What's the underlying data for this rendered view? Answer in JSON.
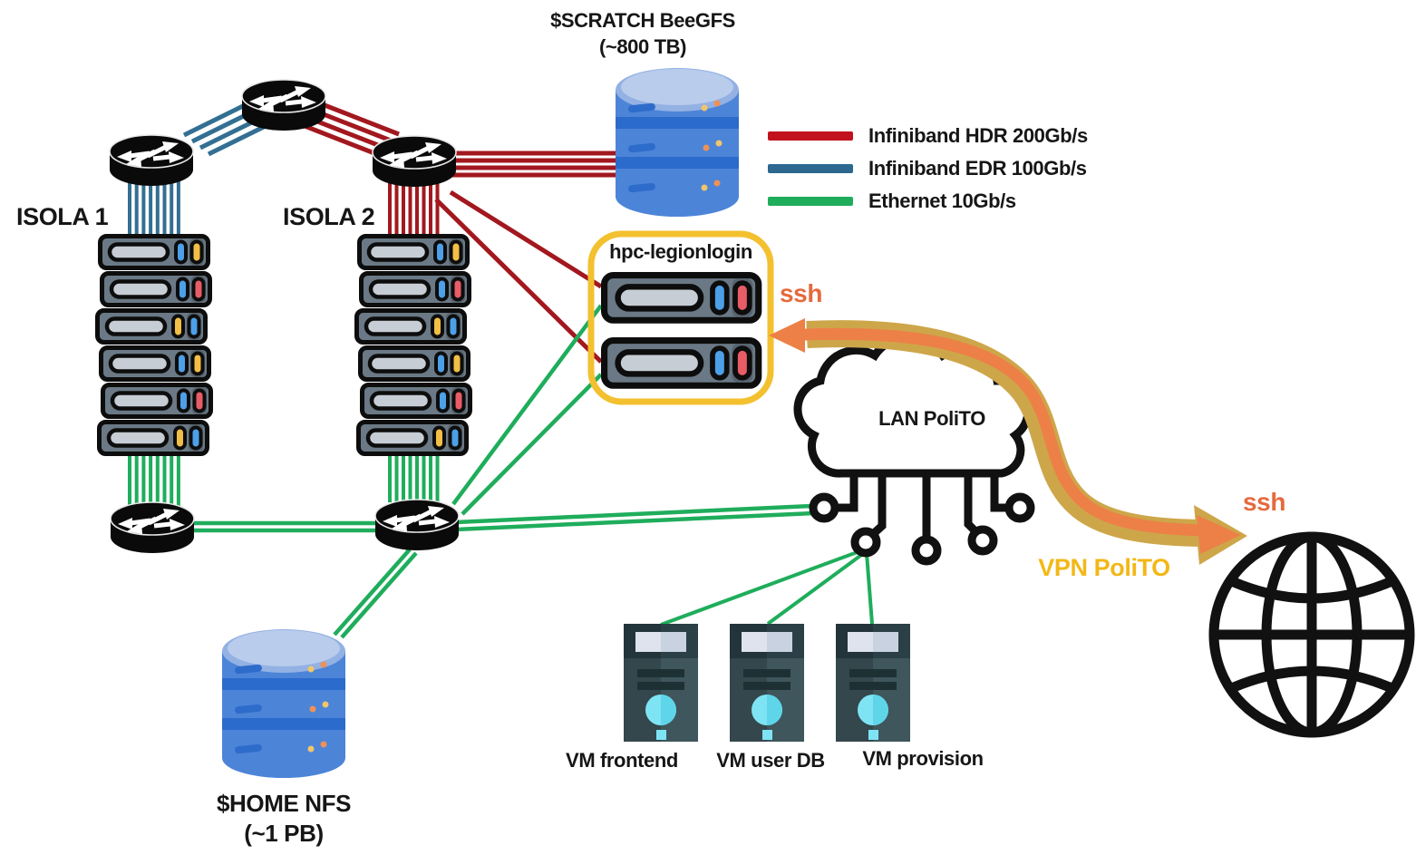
{
  "clusters": {
    "isola1": {
      "label": "ISOLA 1"
    },
    "isola2": {
      "label": "ISOLA 2"
    }
  },
  "storage": {
    "scratch": {
      "name": "$SCRATCH BeeGFS",
      "capacity": "(~800 TB)"
    },
    "home": {
      "name": "$HOME NFS",
      "capacity": "(~1 PB)"
    }
  },
  "login_node": {
    "name": "hpc-legionlogin"
  },
  "network": {
    "lan": {
      "label": "LAN PoliTO"
    },
    "vpn": {
      "label": "VPN PoliTO"
    },
    "ssh_internal": {
      "label": "ssh"
    },
    "ssh_external": {
      "label": "ssh"
    }
  },
  "vms": {
    "frontend": {
      "label": "VM frontend"
    },
    "userdb": {
      "label": "VM user DB"
    },
    "provision": {
      "label": "VM provision"
    }
  },
  "legend": {
    "items": [
      {
        "label": "Infiniband HDR 200Gb/s",
        "color": "#C2121E"
      },
      {
        "label": "Infiniband EDR 100Gb/s",
        "color": "#2C6890"
      },
      {
        "label": "Ethernet 10Gb/s",
        "color": "#1FAD5C"
      }
    ]
  },
  "colors": {
    "hdr_line": "#A2181E",
    "edr_line": "#336F93",
    "eth_line": "#1FAD5C",
    "login_box": "#F3C02F",
    "vpn_band": "#CEA64A",
    "vpn_arrow": "#EC8047",
    "ssh_orange": "#E56A3D",
    "vpn_label": "#F2B818"
  }
}
